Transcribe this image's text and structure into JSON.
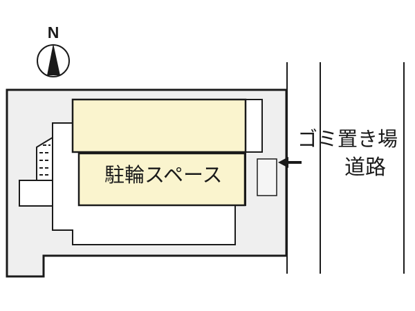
{
  "compass": {
    "north_label": "N"
  },
  "labels": {
    "bicycle_space": "駐輪スペース",
    "garbage_area": "ゴミ置き場",
    "road": "道路"
  },
  "colors": {
    "highlight": "#FAF4CE",
    "site_fill": "#EFEFEF",
    "building_fill": "#FFFFFF",
    "garbage_spot_fill": "#F5F5F5",
    "line": "#1A1A1A"
  }
}
